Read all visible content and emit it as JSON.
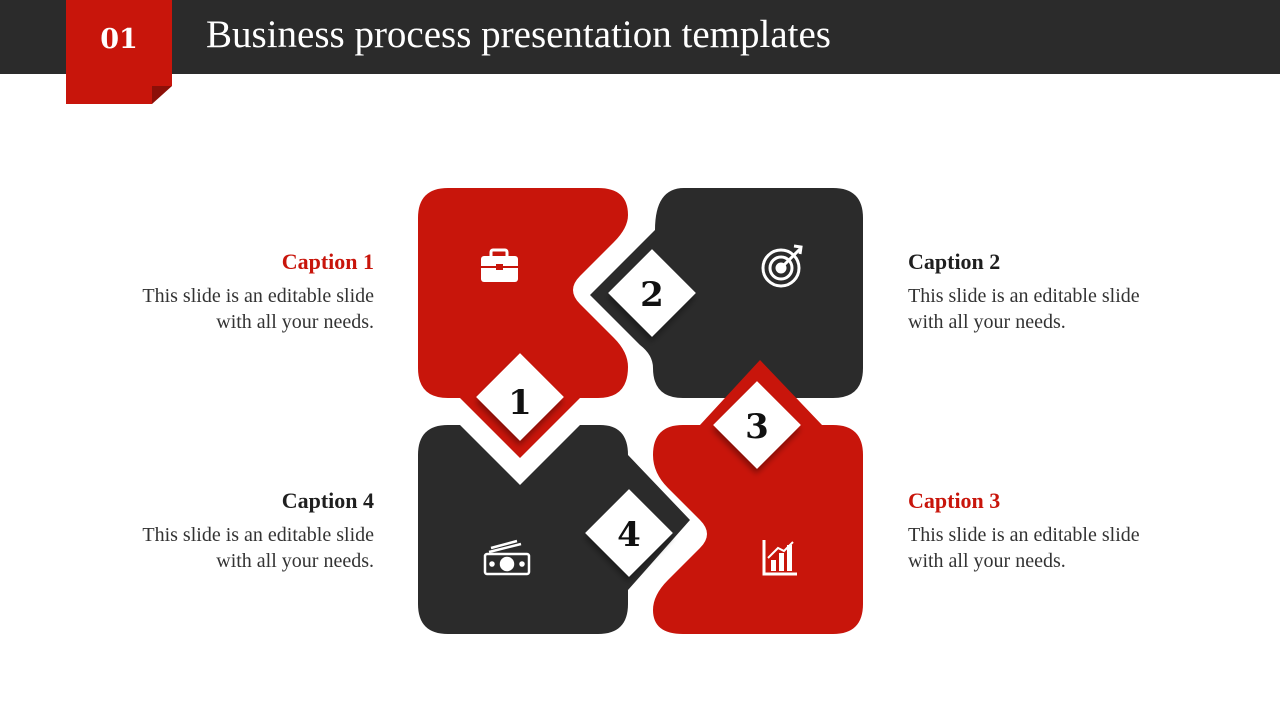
{
  "slide": {
    "number": "01",
    "title": "Business process presentation templates"
  },
  "colors": {
    "accent": "#c8150b",
    "dark": "#2b2b2b",
    "white": "#ffffff"
  },
  "steps": [
    {
      "number": "1",
      "icon": "briefcase-icon",
      "caption": "Caption 1",
      "text_line1": "This slide is an editable slide",
      "text_line2": "with all your needs."
    },
    {
      "number": "2",
      "icon": "target-icon",
      "caption": "Caption 2",
      "text_line1": "This slide is an editable slide",
      "text_line2": "with all your needs."
    },
    {
      "number": "3",
      "icon": "bar-chart-icon",
      "caption": "Caption 3",
      "text_line1": "This slide is an editable slide",
      "text_line2": "with all your needs."
    },
    {
      "number": "4",
      "icon": "money-icon",
      "caption": "Caption 4",
      "text_line1": "This slide is an editable slide",
      "text_line2": "with all your needs."
    }
  ]
}
